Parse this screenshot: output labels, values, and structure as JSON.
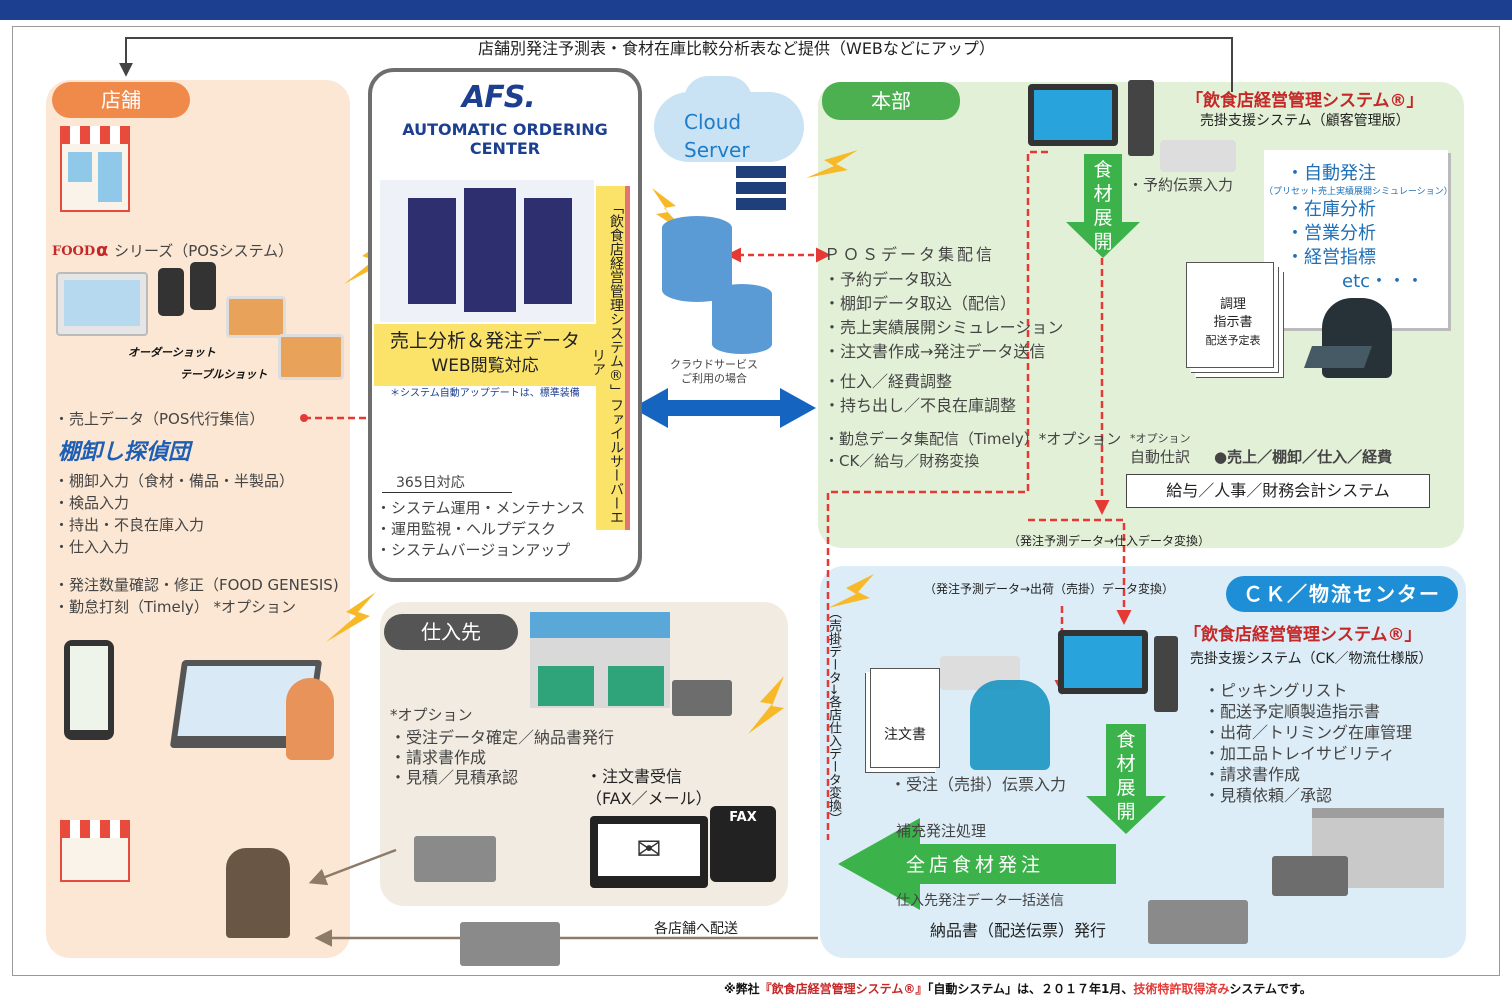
{
  "top_line": "店舗別発注予測表・食材在庫比較分析表など提供（WEBなどにアップ）",
  "shop": {
    "label": "店舗",
    "pos_series": "シリーズ（POSシステム）",
    "food_brand": "FOOD",
    "order_shot": "オーダーショット",
    "table_shot": "テーブルショット",
    "items_a": [
      "・売上データ（POS代行集信）"
    ],
    "tanaoroshi": "棚卸し探偵団",
    "items_b": [
      "・棚卸入力（食材・備品・半製品）",
      "・検品入力",
      "・持出・不良在庫入力",
      "・仕入入力"
    ],
    "items_c": [
      "・発注数量確認・修正（FOOD GENESIS)",
      "・勤怠打刻（Timely） *オプション"
    ]
  },
  "afs": {
    "logo": "AFS.",
    "title1": "AUTOMATIC ORDERING",
    "title2": "CENTER",
    "web1": "売上分析＆発注データ",
    "web2": "WEB閲覧対応",
    "auto_update": "＊システム自動アップデートは、標準装備",
    "vertical": "「飲食店経営管理システム®」ファイルサーバーエリア",
    "support_head": "365日対応",
    "support": [
      "・システム運用・メンテナンス",
      "・運用監視・ヘルプデスク",
      "・システムバージョンアップ"
    ]
  },
  "cloud": {
    "label1": "Cloud",
    "label2": "Server",
    "caption1": "クラウドサービス",
    "caption2": "ご利用の場合"
  },
  "hq": {
    "label": "本部",
    "pos_head": "ＰＯＳデータ集配信",
    "items": [
      "・予約データ取込",
      "・棚卸データ取込（配信）",
      "・売上実績展開シミュレーション",
      "・注文書作成→発注データ送信",
      "・仕入／経費調整",
      "・持ち出し／不良在庫調整",
      "・勤怠データ集配信（Timely）*オプション",
      "・CK／給与／財務変換"
    ],
    "system_name": "「飲食店経営管理システム®」",
    "system_sub": "売掛支援システム（顧客管理版）",
    "yoyaku": "・予約伝票入力",
    "shokuzai": "食材展開",
    "menu": [
      "・自動発注",
      "（プリセット売上実績展開シミュレーション）",
      "・在庫分析",
      "・営業分析",
      "・経営指標",
      "etc・・・"
    ],
    "doc1": "調理",
    "doc2": "指示書",
    "doc3": "配送予定表",
    "option_label": "*オプション",
    "auto_shiwake": "自動仕訳",
    "auto_items": "●売上／棚卸／仕入／経費",
    "payroll": "給与／人事／財務会計システム"
  },
  "conv1": "（発注予測データ→仕入データ変換）",
  "conv2": "（発注予測データ→出荷（売掛）データ変換）",
  "conv_vertical": "（売掛データ→各店仕入データ変換）",
  "ck": {
    "label": "ＣＫ／物流センター",
    "system_name": "「飲食店経営管理システム®」",
    "system_sub": "売掛支援システム（CK／物流仕様版）",
    "items": [
      "・ピッキングリスト",
      "・配送予定順製造指示書",
      "・出荷／トリミング在庫管理",
      "・加工品トレイサビリティ",
      "・請求書作成",
      "・見積依頼／承認"
    ],
    "chumonsho": "注文書",
    "juchu": "・受注（売掛）伝票入力",
    "shokuzai": "食材展開",
    "hoju": "補充発注処理",
    "zenten": "全店食材発注",
    "shiire_send": "仕入先発注データ一括送信",
    "nohinsho": "納品書（配送伝票）発行"
  },
  "supplier": {
    "label": "仕入先",
    "option": "*オプション",
    "items": [
      "・受注データ確定／納品書発行",
      "・請求書作成",
      "・見積／見積承認"
    ],
    "chumon1": "・注文書受信",
    "chumon2": "（FAX／メール）",
    "fax": "FAX"
  },
  "delivery": "各店舗へ配送",
  "footer": {
    "prefix": "※弊社",
    "system": "『飲食店経営管理システム®』",
    "mid": "「自動システム」は、２０１７年1月、",
    "patent": "技術特許取得済み",
    "suffix": "システムです。"
  },
  "colors": {
    "shop_pill": "#f08a4b",
    "hq_pill": "#4caf50",
    "ck_pill": "#1e8fd6",
    "supplier_pill": "#555555",
    "red_arrow": "#e53935",
    "green_arrow": "#3cb34a",
    "blue_arrow": "#1565c0",
    "navy": "#1c3f8f"
  }
}
